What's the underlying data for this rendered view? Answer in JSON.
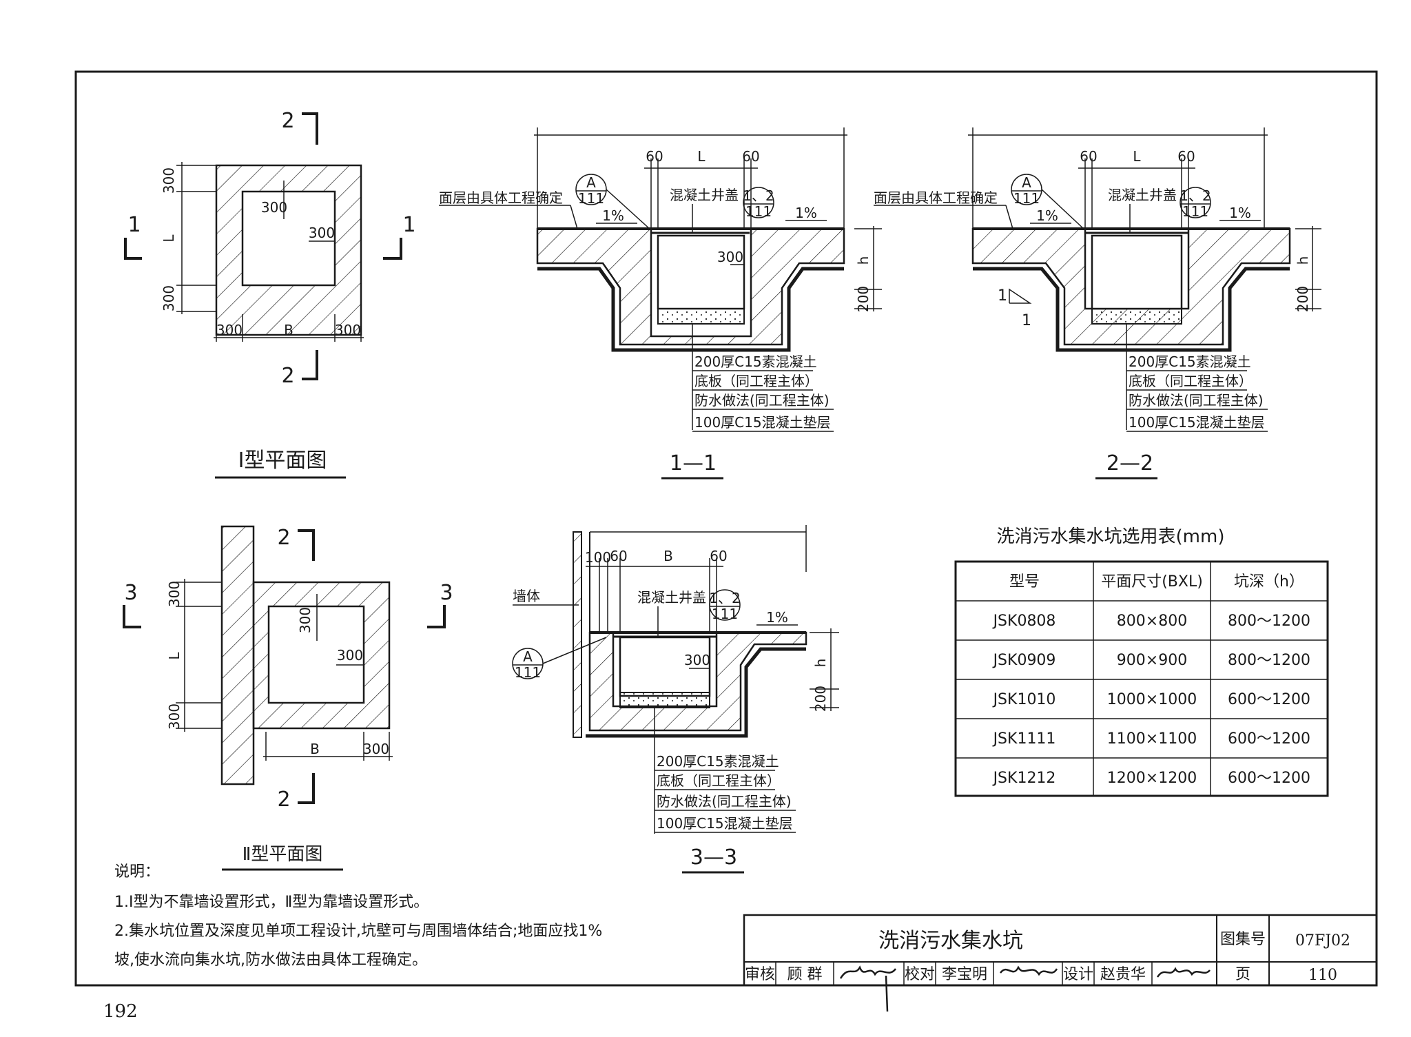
{
  "plan1": {
    "title": "Ⅰ型平面图",
    "dims": {
      "d300": "300",
      "L": "L",
      "B": "B"
    },
    "cut_1": "1",
    "cut_2": "2"
  },
  "plan2": {
    "title": "Ⅱ型平面图",
    "dims": {
      "d300": "300",
      "L": "L",
      "B": "B"
    },
    "cut_3": "3",
    "cut_2": "2"
  },
  "section_1_1": {
    "title": "1—1",
    "surface_note": "面层由具体工程确定",
    "cover_note": "混凝土井盖",
    "ref_index": "1、2",
    "ref_page": "111",
    "detail_ref": "A",
    "slope": "1%",
    "dim_60": "60",
    "dim_L": "L",
    "dim_300": "300",
    "dim_h": "h",
    "dim_200": "200",
    "layers": [
      "200厚C15素混凝土",
      "底板（同工程主体）",
      "防水做法(同工程主体)",
      "100厚C15混凝土垫层"
    ]
  },
  "section_2_2": {
    "title": "2—2",
    "surface_note": "面层由具体工程确定",
    "cover_note": "混凝土井盖",
    "ref_index": "1、2",
    "ref_page": "111",
    "detail_ref": "A",
    "slope": "1%",
    "dim_60": "60",
    "dim_L": "L",
    "dim_h": "h",
    "dim_200": "200",
    "slope_mark": "1",
    "layers": [
      "200厚C15素混凝土",
      "底板（同工程主体）",
      "防水做法(同工程主体)",
      "100厚C15混凝土垫层"
    ]
  },
  "section_3_3": {
    "title": "3—3",
    "wall_label": "墙体",
    "cover_note": "混凝土井盖",
    "ref_index": "1、2",
    "ref_page": "111",
    "detail_ref": "A",
    "slope": "1%",
    "dim_100": "100",
    "dim_60": "60",
    "dim_B": "B",
    "dim_300": "300",
    "dim_h": "h",
    "dim_200": "200",
    "layers": [
      "200厚C15素混凝土",
      "底板（同工程主体）",
      "防水做法(同工程主体)",
      "100厚C15混凝土垫层"
    ]
  },
  "selection_table": {
    "title": "洗消污水集水坑选用表(mm)",
    "headers": [
      "型号",
      "平面尺寸(BXL)",
      "坑深（h）"
    ],
    "rows": [
      [
        "JSK0808",
        "800×800",
        "800～1200"
      ],
      [
        "JSK0909",
        "900×900",
        "800～1200"
      ],
      [
        "JSK1010",
        "1000×1000",
        "600～1200"
      ],
      [
        "JSK1111",
        "1100×1100",
        "600～1200"
      ],
      [
        "JSK1212",
        "1200×1200",
        "600～1200"
      ]
    ]
  },
  "notes": {
    "heading": "说明：",
    "lines": [
      "1.Ⅰ型为不靠墙设置形式，Ⅱ型为靠墙设置形式。",
      "2.集水坑位置及深度见单项工程设计,坑壁可与周围墙体结合;地面应找1%",
      "坡,使水流向集水坑,防水做法由具体工程确定。"
    ]
  },
  "title_block": {
    "drawing_title": "洗消污水集水坑",
    "atlas_label": "图集号",
    "atlas_no": "07FJ02",
    "review_label": "审核",
    "reviewer": "顾 群",
    "check_label": "校对",
    "checker": "李宝明",
    "design_label": "设计",
    "designer": "赵贵华",
    "page_label": "页",
    "page_no": "110"
  },
  "page_number": "192"
}
